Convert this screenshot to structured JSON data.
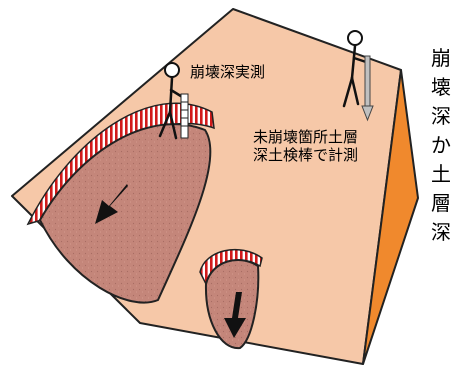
{
  "labels": {
    "measured": "崩壊深実測",
    "unfailed_line1": "未崩壊箇所土層",
    "unfailed_line2": "深土検棒で計測"
  },
  "side_title": [
    "崩",
    "壊",
    "深",
    "か",
    "土",
    "層",
    "深"
  ],
  "colors": {
    "slope": "#f6c8a8",
    "slope_edge": "#f0892d",
    "scar": "#c4867a",
    "hatch_red": "#d11a1a",
    "probe": "#c0c0c0"
  }
}
